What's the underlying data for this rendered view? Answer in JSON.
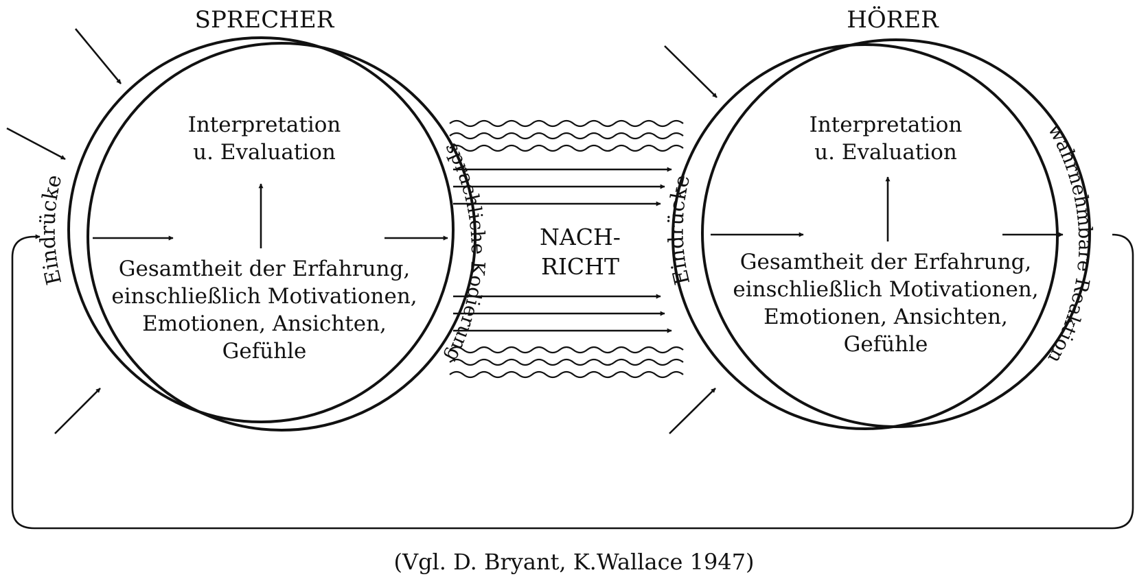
{
  "speaker": {
    "heading": "SPRECHER",
    "inner_top": [
      "Interpretation",
      "u. Evaluation"
    ],
    "inner_bottom": [
      "Gesamtheit der Erfahrung,",
      "einschließlich Motivationen,",
      "Emotionen, Ansichten,",
      "Gefühle"
    ],
    "left_band": "Eindrücke",
    "right_band": "sprachliche Kodierung"
  },
  "message": {
    "lines": [
      "NACH-",
      "RICHT"
    ]
  },
  "listener": {
    "heading": "HÖRER",
    "inner_top": [
      "Interpretation",
      "u. Evaluation"
    ],
    "inner_bottom": [
      "Gesamtheit der Erfahrung,",
      "einschließlich Motivationen,",
      "Emotionen, Ansichten,",
      "Gefühle"
    ],
    "left_band": "Eindrücke",
    "right_band": "wahrnehmbare Reaktion"
  },
  "caption": "(Vgl. D. Bryant, K.Wallace 1947)"
}
